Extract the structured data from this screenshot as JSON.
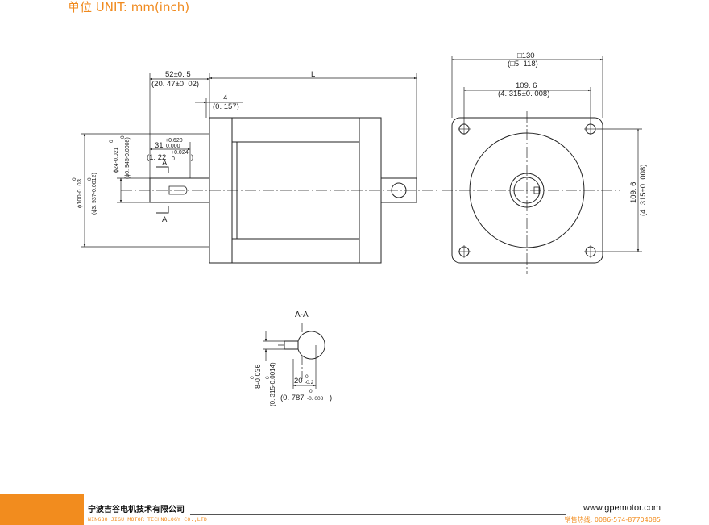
{
  "heading": {
    "unit": "单位 UNIT: mm(inch)"
  },
  "side_view": {
    "dim_52": "52±0. 5",
    "dim_52_in": "(20. 47±0. 02)",
    "dim_L": "L",
    "dim_4": "4",
    "dim_4_in": "(0. 157)",
    "dim_31": "31",
    "dim_31_tol_upper": "+0.620",
    "dim_31_tol_lower": "0.000",
    "dim_31_in": "(1. 22",
    "dim_31_in_tol_upper": "+0.024",
    "dim_31_in_tol_lower": "0",
    "dim_31_in_close": ")",
    "dim_24": "ϕ24-0.021",
    "dim_24_zero": "0",
    "dim_24_in": "(ϕ0. 945-0.0008)",
    "dim_24_in_zero": "0",
    "dim_100": "ϕ100-0. 03",
    "dim_100_zero": "0",
    "dim_100_in": "(ϕ3. 937-0.0012)",
    "dim_100_in_zero": "0",
    "section_a_top": "A",
    "section_a_bottom": "A"
  },
  "front_view": {
    "dim_130": "□130",
    "dim_130_in": "(□5. 118)",
    "dim_109_h": "109. 6",
    "dim_109_h_in": "(4. 315±0. 008)",
    "dim_109_v": "109. 6",
    "dim_109_v_in": "(4. 315±0. 008)"
  },
  "section_view": {
    "title": "A-A",
    "dim_8": "8-0.036",
    "dim_8_zero": "0",
    "dim_8_in": "(0. 315-0.0014)",
    "dim_8_in_zero": "0",
    "dim_20": "20",
    "dim_20_tol_upper": "0",
    "dim_20_tol_lower": "-0.2",
    "dim_20_in": "(0. 787",
    "dim_20_in_tol_upper": "0",
    "dim_20_in_tol_lower": "-0. 008",
    "dim_20_in_close": ")"
  },
  "footer": {
    "company_cn": "宁波吉谷电机技术有限公司",
    "company_en": "NINGBO JIGU MOTOR TECHNOLOGY CO.,LTD",
    "website": "www.gpemotor.com",
    "hotline": "销售热线: 0086-574-87704085"
  },
  "colors": {
    "accent": "#f28c1e",
    "line": "#222222"
  }
}
